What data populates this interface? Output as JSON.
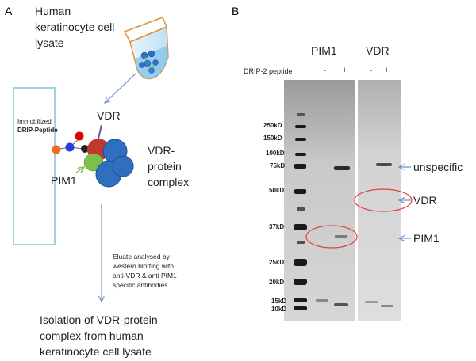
{
  "panel_a": {
    "label": "A",
    "lysate_title_line1": "Human",
    "lysate_title_line2": "keratinocyte cell",
    "lysate_title_line3": "lysate",
    "immobilized_line1": "Immobilized",
    "immobilized_line2": "DRIP-Peptide",
    "vdr_label": "VDR",
    "pim1_label": "PIM1",
    "complex_line1": "VDR-",
    "complex_line2": "protein",
    "complex_line3": "complex",
    "eluate_line1": "Eluate analysed by",
    "eluate_line2": "western blotting with",
    "eluate_line3": "anti-VDR & anti PIM1",
    "eluate_line4": "specific antibodies",
    "result_line1": "Isolation of VDR-protein",
    "result_line2": "complex from human",
    "result_line3": "keratinocyte cell lysate"
  },
  "panel_b": {
    "label": "B",
    "pim1_header": "PIM1",
    "vdr_header": "VDR",
    "drip_label": "DRIP-2 peptide",
    "minus1": "-",
    "plus1": "+",
    "minus2": "-",
    "plus2": "+",
    "markers": [
      "250kD",
      "150kD",
      "100kD",
      "75kD",
      "50kD",
      "37kD",
      "25kD",
      "20kD",
      "15kD",
      "10kD"
    ],
    "annot_unspecific": "unspecific",
    "annot_vdr": "VDR",
    "annot_pim1": "PIM1"
  },
  "colors": {
    "arrow": "#6f8fbf",
    "rect_outline": "#9fd3e3",
    "red_ellipse": "#e04040",
    "protein_blue": "#2f6fc0",
    "protein_green": "#7cbf4a",
    "protein_red": "#c0392b"
  }
}
